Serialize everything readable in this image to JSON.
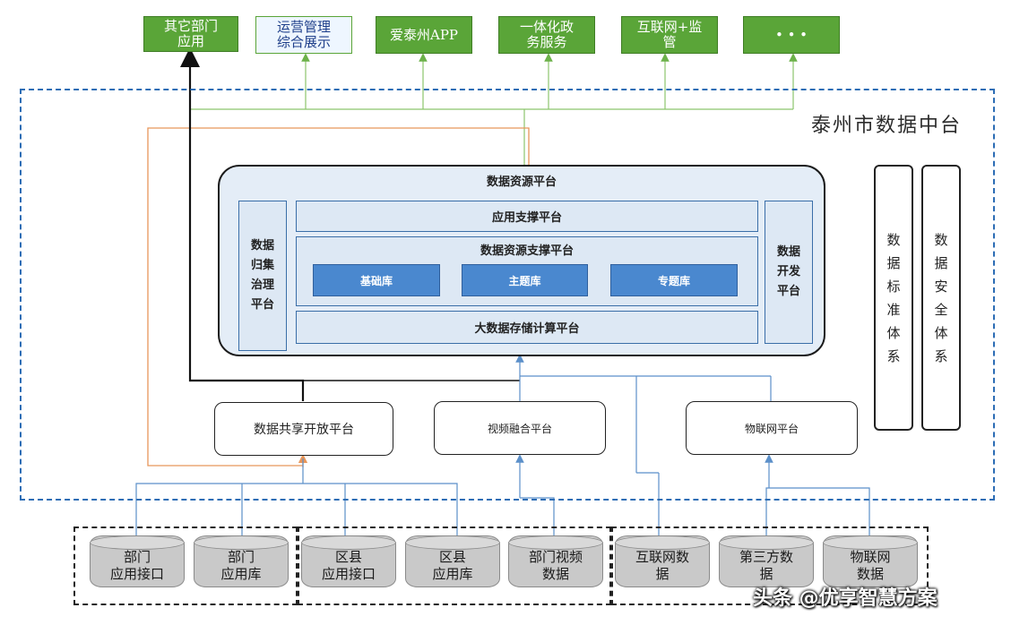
{
  "top_apps": [
    {
      "label": "其它部门\n应用",
      "style": "green"
    },
    {
      "label": "运营管理\n综合展示",
      "style": "light"
    },
    {
      "label": "爱泰州APP",
      "style": "green"
    },
    {
      "label": "一体化政\n务服务",
      "style": "green"
    },
    {
      "label": "互联网+监\n管",
      "style": "green"
    },
    {
      "label": "• • •",
      "style": "green"
    }
  ],
  "frame_title": "泰州市数据中台",
  "center": {
    "title": "数据资源平台",
    "left_col": "数据\n归集\n治理\n平台",
    "right_col": "数据\n开发\n平台",
    "app_support": "应用支撑平台",
    "resource_support": "数据资源支撑平台",
    "libraries": [
      "基础库",
      "主题库",
      "专题库"
    ],
    "bigdata": "大数据存储计算平台"
  },
  "side_systems": [
    "数\n据\n标\n准\n体\n系",
    "数\n据\n安\n全\n体\n系"
  ],
  "platforms": [
    "数据共享开放平台",
    "视频融合平台",
    "物联网平台"
  ],
  "sources": [
    "部门\n应用接口",
    "部门\n应用库",
    "区县\n应用接口",
    "区县\n应用库",
    "部门视频\n数据",
    "互联网数\n据",
    "第三方数\n据",
    "物联网\n数据"
  ],
  "watermark": "头条 @优享智慧方案",
  "colors": {
    "green": "#5aa538",
    "frame_blue": "#2d6db5",
    "library_blue": "#4a88cf",
    "orange_line": "#e8965a",
    "blue_line": "#5b8fc9"
  }
}
